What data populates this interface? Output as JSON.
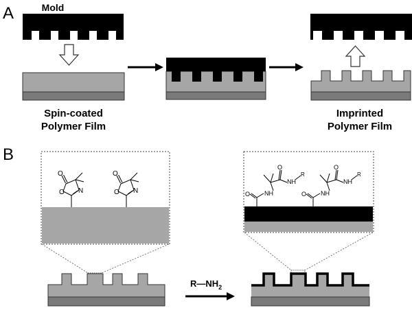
{
  "panels": {
    "a": {
      "label": "A",
      "mold_label": "Mold",
      "left_caption_line1": "Spin-coated",
      "left_caption_line2": "Polymer Film",
      "right_caption_line1": "Imprinted",
      "right_caption_line2": "Polymer Film"
    },
    "b": {
      "label": "B",
      "reaction_reagent": "R—NH",
      "reaction_subscript": "2",
      "left_zoom_atoms": [
        "O",
        "O",
        "N"
      ],
      "right_zoom_atoms": [
        "O",
        "O",
        "NH",
        "NH",
        "R"
      ]
    }
  },
  "colors": {
    "polymer": "#a6a6a6",
    "substrate": "#7a7a7a",
    "mold": "#000000",
    "outline": "#333333"
  }
}
